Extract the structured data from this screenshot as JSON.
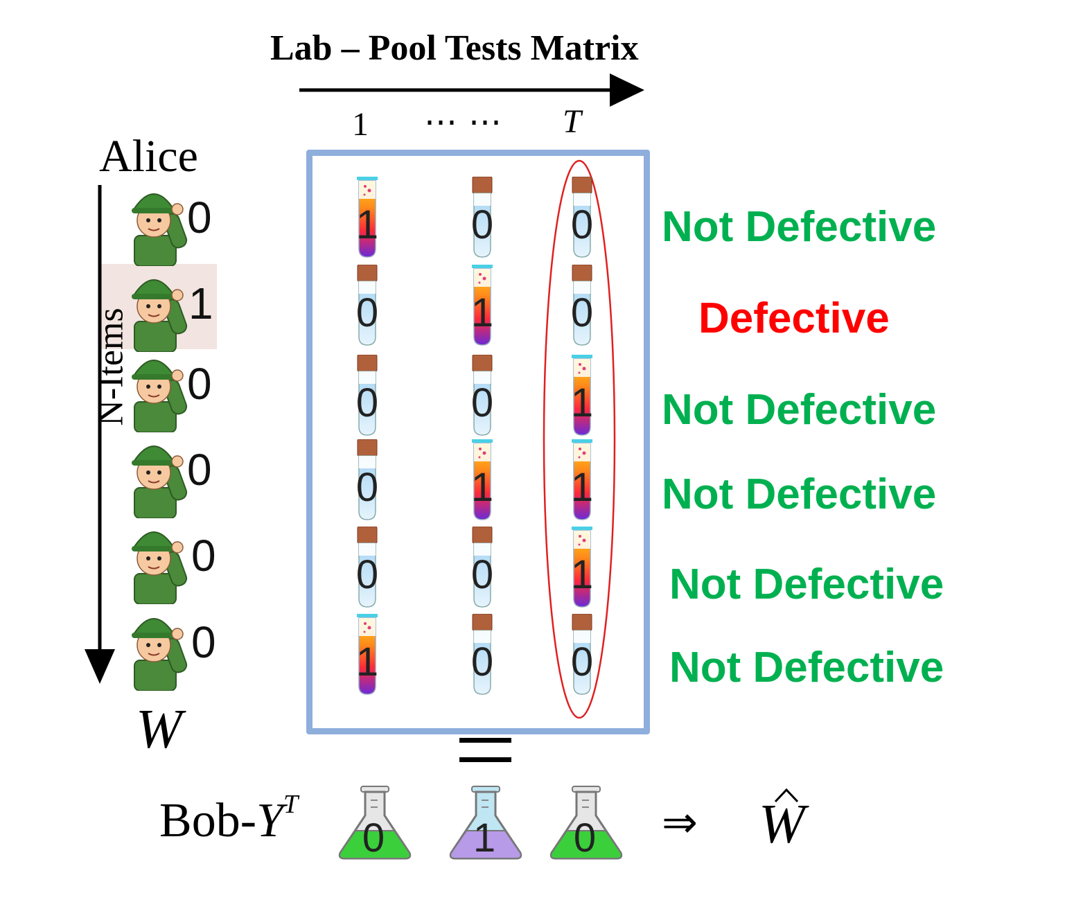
{
  "title": "Lab –  Pool Tests Matrix",
  "columns": {
    "first": "1",
    "dots": "⋯ ⋯",
    "last": "T"
  },
  "alice_label": "Alice",
  "axis_label": "N-Items",
  "w_label": "W",
  "items": [
    {
      "bit": "0",
      "status": "Not Defective",
      "tests": [
        "1",
        "0",
        "0"
      ]
    },
    {
      "bit": "1",
      "status": "Defective",
      "tests": [
        "0",
        "1",
        "0"
      ]
    },
    {
      "bit": "0",
      "status": "Not Defective",
      "tests": [
        "0",
        "0",
        "1"
      ]
    },
    {
      "bit": "0",
      "status": "Not Defective",
      "tests": [
        "0",
        "1",
        "1"
      ]
    },
    {
      "bit": "0",
      "status": "Not Defective",
      "tests": [
        "0",
        "0",
        "1"
      ]
    },
    {
      "bit": "0",
      "status": "Not Defective",
      "tests": [
        "1",
        "0",
        "0"
      ]
    }
  ],
  "bob": {
    "prefix": "Bob-",
    "var": "Y",
    "sup": "T"
  },
  "results": [
    "0",
    "1",
    "0"
  ],
  "implies": "⇒",
  "what_label": "W",
  "colors": {
    "not_defective": "#00b050",
    "defective": "#ff0000",
    "matrix_border": "#8eaedc",
    "ellipse": "#e02020"
  }
}
